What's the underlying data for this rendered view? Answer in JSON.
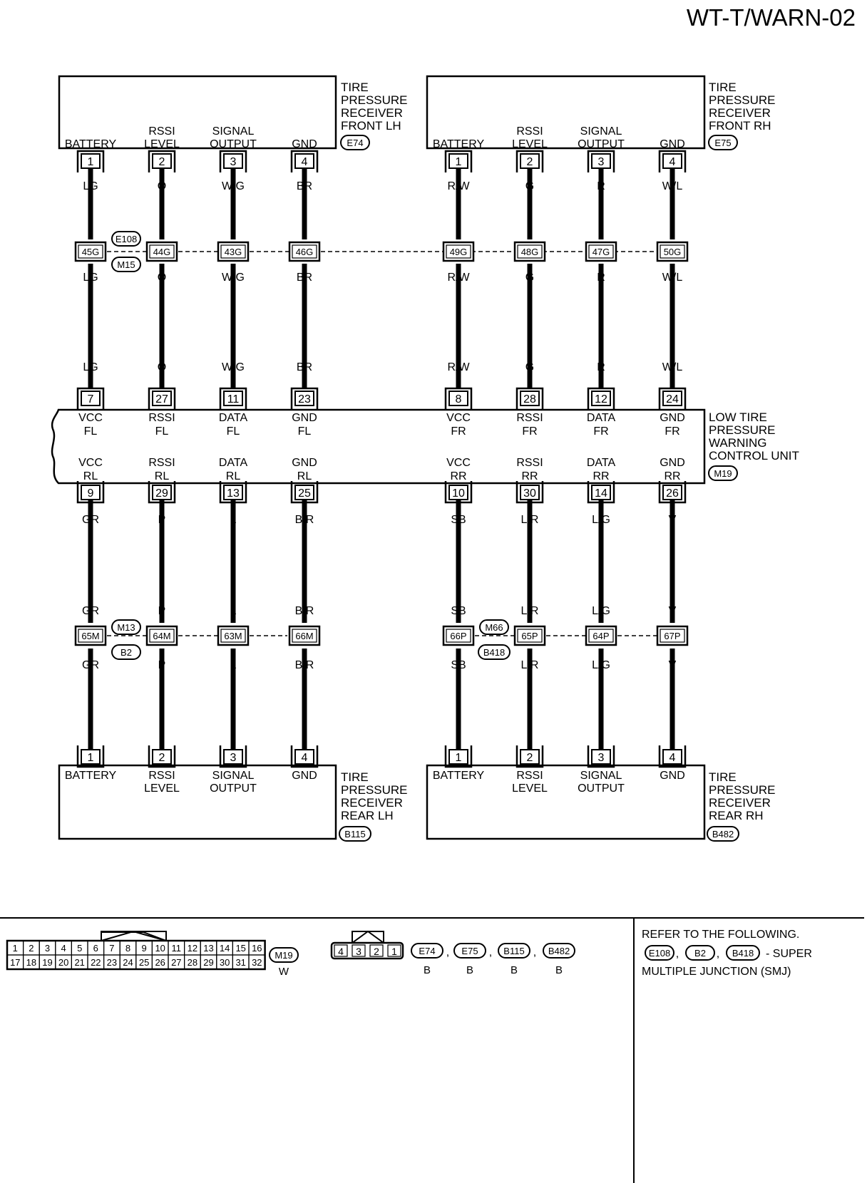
{
  "page_code": "WT-T/WARN-02",
  "receivers": {
    "front_lh": {
      "lines": [
        "TIRE",
        "PRESSURE",
        "RECEIVER",
        "FRONT LH"
      ],
      "connector": "E74",
      "pins": [
        {
          "no": "1",
          "label": [
            "BATTERY"
          ]
        },
        {
          "no": "2",
          "label": [
            "RSSI",
            "LEVEL"
          ]
        },
        {
          "no": "3",
          "label": [
            "SIGNAL",
            "OUTPUT"
          ]
        },
        {
          "no": "4",
          "label": [
            "GND"
          ]
        }
      ]
    },
    "front_rh": {
      "lines": [
        "TIRE",
        "PRESSURE",
        "RECEIVER",
        "FRONT RH"
      ],
      "connector": "E75",
      "pins": [
        {
          "no": "1",
          "label": [
            "BATTERY"
          ]
        },
        {
          "no": "2",
          "label": [
            "RSSI",
            "LEVEL"
          ]
        },
        {
          "no": "3",
          "label": [
            "SIGNAL",
            "OUTPUT"
          ]
        },
        {
          "no": "4",
          "label": [
            "GND"
          ]
        }
      ]
    },
    "rear_lh": {
      "lines": [
        "TIRE",
        "PRESSURE",
        "RECEIVER",
        "REAR LH"
      ],
      "connector": "B115",
      "pins": [
        {
          "no": "1",
          "label": [
            "BATTERY"
          ]
        },
        {
          "no": "2",
          "label": [
            "RSSI",
            "LEVEL"
          ]
        },
        {
          "no": "3",
          "label": [
            "SIGNAL",
            "OUTPUT"
          ]
        },
        {
          "no": "4",
          "label": [
            "GND"
          ]
        }
      ]
    },
    "rear_rh": {
      "lines": [
        "TIRE",
        "PRESSURE",
        "RECEIVER",
        "REAR RH"
      ],
      "connector": "B482",
      "pins": [
        {
          "no": "1",
          "label": [
            "BATTERY"
          ]
        },
        {
          "no": "2",
          "label": [
            "RSSI",
            "LEVEL"
          ]
        },
        {
          "no": "3",
          "label": [
            "SIGNAL",
            "OUTPUT"
          ]
        },
        {
          "no": "4",
          "label": [
            "GND"
          ]
        }
      ]
    }
  },
  "front_wires": {
    "colors": [
      "LG",
      "O",
      "W/G",
      "BR",
      "R/W",
      "G",
      "R",
      "W/L"
    ],
    "junction_pins": [
      "45G",
      "44G",
      "43G",
      "46G",
      "49G",
      "48G",
      "47G",
      "50G"
    ],
    "junction_tags": [
      "E108",
      "M15"
    ]
  },
  "rear_wires": {
    "colors": [
      "GR",
      "P",
      "L",
      "B/R",
      "SB",
      "L/R",
      "L/G",
      "V"
    ],
    "junction_pins": [
      "65M",
      "64M",
      "63M",
      "66M",
      "66P",
      "65P",
      "64P",
      "67P"
    ],
    "junction_tags_left": [
      "M13",
      "B2"
    ],
    "junction_tags_right": [
      "M66",
      "B418"
    ]
  },
  "control_unit": {
    "lines": [
      "LOW TIRE",
      "PRESSURE",
      "WARNING",
      "CONTROL UNIT"
    ],
    "connector": "M19",
    "top_pins": [
      {
        "no": "7",
        "label": [
          "VCC",
          "FL"
        ]
      },
      {
        "no": "27",
        "label": [
          "RSSI",
          "FL"
        ]
      },
      {
        "no": "11",
        "label": [
          "DATA",
          "FL"
        ]
      },
      {
        "no": "23",
        "label": [
          "GND",
          "FL"
        ]
      },
      {
        "no": "8",
        "label": [
          "VCC",
          "FR"
        ]
      },
      {
        "no": "28",
        "label": [
          "RSSI",
          "FR"
        ]
      },
      {
        "no": "12",
        "label": [
          "DATA",
          "FR"
        ]
      },
      {
        "no": "24",
        "label": [
          "GND",
          "FR"
        ]
      }
    ],
    "bottom_pins": [
      {
        "no": "9",
        "label": [
          "VCC",
          "RL"
        ]
      },
      {
        "no": "29",
        "label": [
          "RSSI",
          "RL"
        ]
      },
      {
        "no": "13",
        "label": [
          "DATA",
          "RL"
        ]
      },
      {
        "no": "25",
        "label": [
          "GND",
          "RL"
        ]
      },
      {
        "no": "10",
        "label": [
          "VCC",
          "RR"
        ]
      },
      {
        "no": "30",
        "label": [
          "RSSI",
          "RR"
        ]
      },
      {
        "no": "14",
        "label": [
          "DATA",
          "RR"
        ]
      },
      {
        "no": "26",
        "label": [
          "GND",
          "RR"
        ]
      }
    ]
  },
  "legend": {
    "m19_row1": [
      "1",
      "2",
      "3",
      "4",
      "5",
      "6",
      "7",
      "8",
      "9",
      "10",
      "11",
      "12",
      "13",
      "14",
      "15",
      "16"
    ],
    "m19_row2": [
      "17",
      "18",
      "19",
      "20",
      "21",
      "22",
      "23",
      "24",
      "25",
      "26",
      "27",
      "28",
      "29",
      "30",
      "31",
      "32"
    ],
    "m19_tag": "M19",
    "m19_color": "W",
    "small_pins": [
      "4",
      "3",
      "2",
      "1"
    ],
    "small_tags": [
      "E74",
      "E75",
      "B115",
      "B482"
    ],
    "small_colors": [
      "B",
      "B",
      "B",
      "B"
    ],
    "note_title": "REFER TO THE FOLLOWING.",
    "note_tags": [
      "E108",
      "B2",
      "B418"
    ],
    "note_suffix": "- SUPER",
    "note_line2": "MULTIPLE JUNCTION (SMJ)"
  }
}
